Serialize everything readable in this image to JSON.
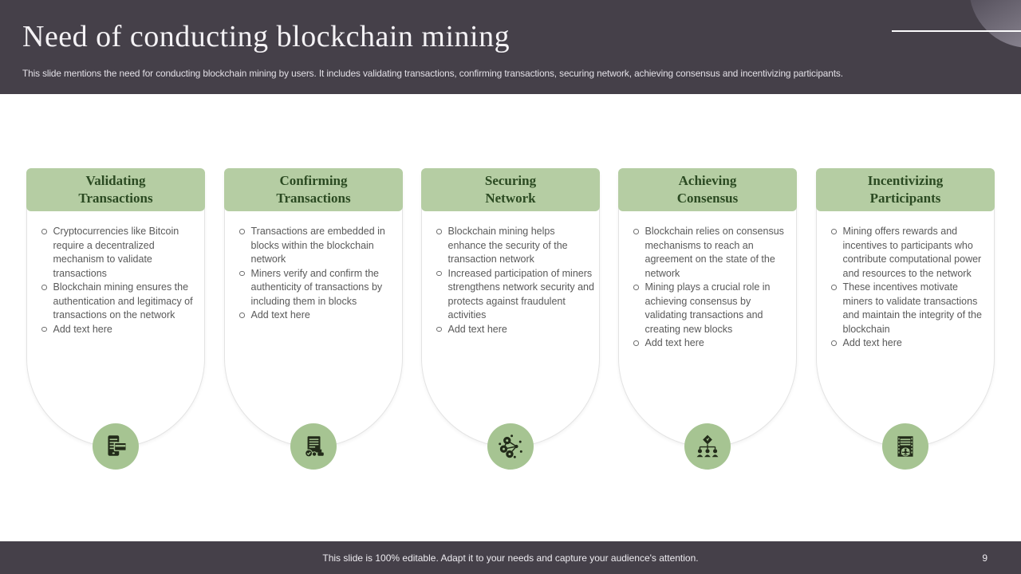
{
  "slide": {
    "title": "Need of conducting blockchain mining",
    "subtitle": "This slide mentions the need for conducting blockchain mining by users. It includes validating transactions, confirming transactions, securing network, achieving consensus and incentivizing participants.",
    "footer_note": "This slide is 100% editable. Adapt it to your needs and capture your audience's attention.",
    "page_number": "9"
  },
  "colors": {
    "banner_bg": "#454049",
    "card_header_bg": "#b5cda3",
    "card_header_text": "#2b4a22",
    "icon_circle_bg": "#a6c492",
    "icon_glyph": "#222b19",
    "body_text": "#595959",
    "card_border": "#e3e3e3"
  },
  "columns": [
    {
      "title": "Validating Transactions",
      "icon": "mobile-payment-icon",
      "bullets": [
        "Cryptocurrencies like Bitcoin require a decentralized mechanism to validate transactions",
        "Blockchain mining ensures the authentication and legitimacy of transactions on the network",
        "Add text here"
      ]
    },
    {
      "title": "Confirming Transactions",
      "icon": "document-verification-icon",
      "bullets": [
        "Transactions are embedded in blocks within the blockchain network",
        "Miners verify and confirm the authenticity of transactions by including them in blocks",
        "Add text here"
      ]
    },
    {
      "title": "Securing Network",
      "icon": "network-nodes-icon",
      "bullets": [
        "Blockchain mining helps enhance the security of the transaction network",
        "Increased participation of miners strengthens network security and protects against fraudulent activities",
        "Add text here"
      ]
    },
    {
      "title": "Achieving Consensus",
      "icon": "hierarchy-consensus-icon",
      "bullets": [
        "Blockchain relies on consensus mechanisms to reach an agreement on the state of the network",
        "Mining plays a crucial role in achieving consensus by validating transactions and creating new blocks",
        "Add text here"
      ]
    },
    {
      "title": "Incentivizing Participants",
      "icon": "participants-document-icon",
      "bullets": [
        "Mining offers rewards and incentives to participants who contribute computational power and resources to the network",
        "These incentives motivate miners to validate transactions and maintain the integrity of the blockchain",
        "Add text here"
      ]
    }
  ]
}
